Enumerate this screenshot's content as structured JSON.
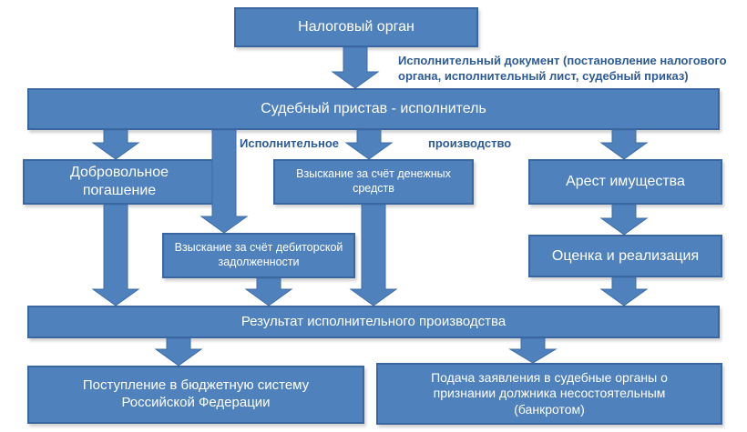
{
  "diagram": {
    "nodes": {
      "tax_authority": "Налоговый орган",
      "bailiff": "Судебный пристав - исполнитель",
      "voluntary": "Добровольное погашение",
      "cash": "Взыскание за счёт денежных средств",
      "arrest": "Арест имущества",
      "receivables": "Взыскание за счёт дебиторской задолженности",
      "valuation": "Оценка и реализация",
      "result": "Результат исполнительного производства",
      "budget": "Поступление в бюджетную систему Российской Федерации",
      "bankruptcy": "Подача заявления в судебные органы о признании должника несостоятельным (банкротом)"
    },
    "labels": {
      "executive_document": "Исполнительный документ (постановление налогового органа, исполнительный лист, судебный приказ)",
      "enforcement_left": "Исполнительное",
      "enforcement_right": "производство"
    },
    "colors": {
      "node_fill": "#4f81bd",
      "node_border": "#39669f",
      "node_text": "#ffffff",
      "label_text": "#2d5b97",
      "background": "#ffffff"
    }
  }
}
